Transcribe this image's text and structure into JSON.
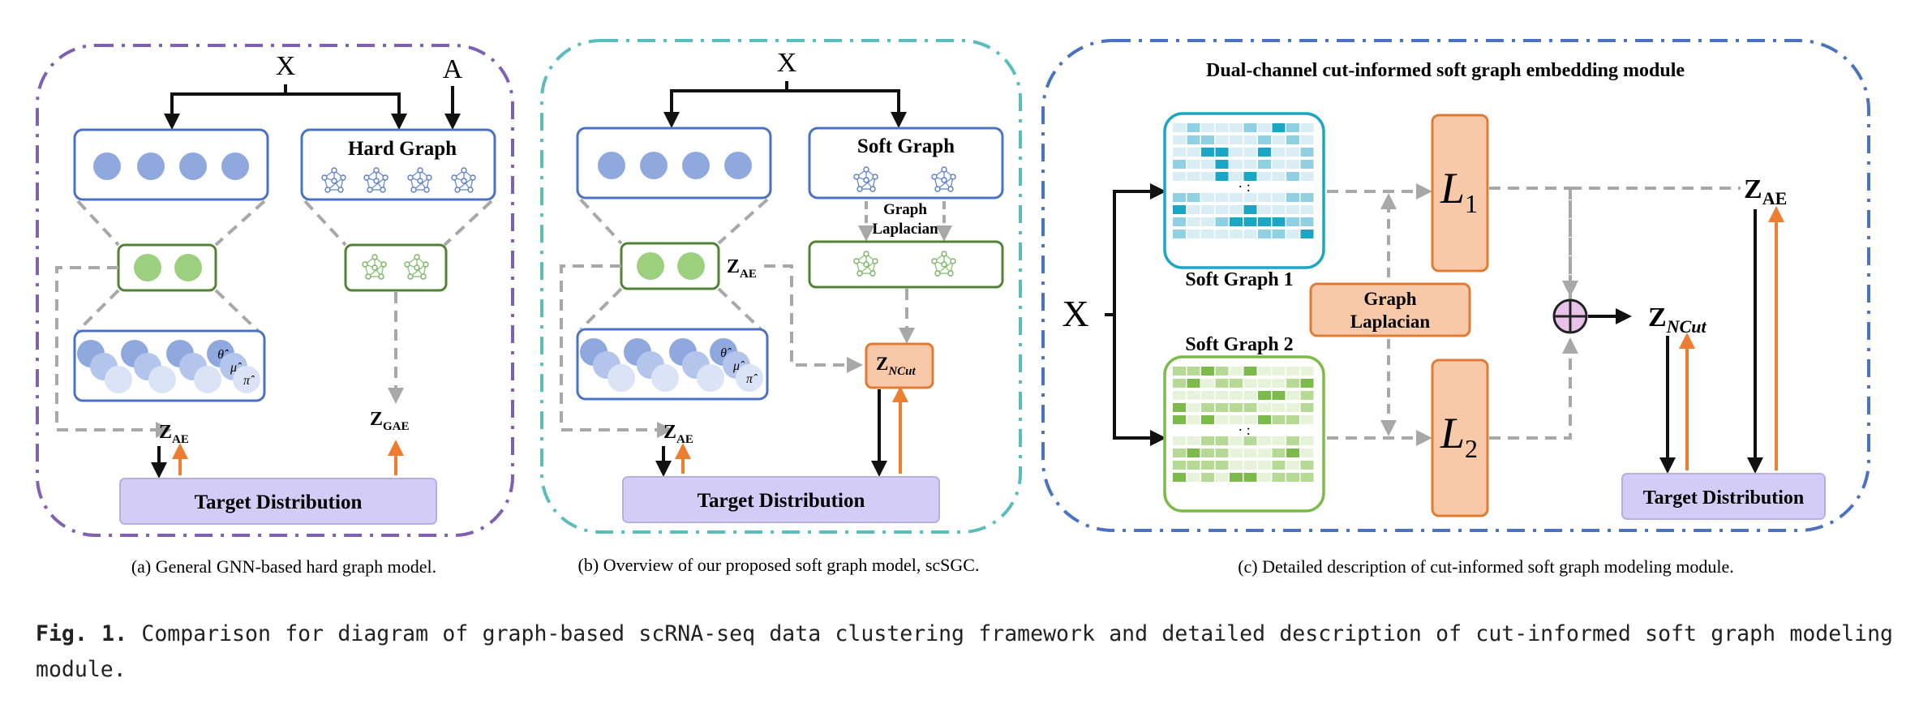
{
  "colors": {
    "purple_border": "#8060b0",
    "teal_border": "#5bbcbc",
    "blue_border": "#4a72c0",
    "node_blue": "#8fa8de",
    "node_light": "#cdd8f0",
    "node_green": "#9ccf7e",
    "green_border": "#548235",
    "orange_fill": "#f8c9a8",
    "orange_stroke": "#e07b35",
    "lavender": "#d3ccf7",
    "gray_dash": "#a8a8a8",
    "orange_arrow": "#ed7d31",
    "heat_teal": "#1ba6c6",
    "heat_green": "#7dba4c"
  },
  "panel_a": {
    "input_x": "X",
    "input_a": "A",
    "hard_graph": "Hard Graph",
    "z_ae": "Z",
    "z_ae_sub": "AE",
    "z_gae": "Z",
    "z_gae_sub": "GAE",
    "target": "Target Distribution",
    "theta": "θ̂",
    "mu": "μ̂",
    "pi": "π̂",
    "caption": "(a) General GNN-based hard graph model."
  },
  "panel_b": {
    "input_x": "X",
    "soft_graph": "Soft Graph",
    "graph_laplacian_1": "Graph",
    "graph_laplacian_2": "Laplacian",
    "z_ae": "Z",
    "z_ae_sub": "AE",
    "z_ae_side": "Z",
    "z_ae_side_sub": "AE",
    "z_ncut": "Z",
    "z_ncut_sub": "NCut",
    "target": "Target Distribution",
    "theta": "θ̂",
    "mu": "μ̂",
    "pi": "π̂",
    "caption": "(b) Overview of our proposed soft graph model, scSGC."
  },
  "panel_c": {
    "title": "Dual-channel cut-informed soft graph embedding module",
    "input_x": "X",
    "soft_graph_1": "Soft Graph 1",
    "soft_graph_2": "Soft Graph 2",
    "graph_laplacian_1": "Graph",
    "graph_laplacian_2": "Laplacian",
    "l1": "L",
    "l1_sub": "1",
    "l2": "L",
    "l2_sub": "2",
    "z_ae": "Z",
    "z_ae_sub": "AE",
    "z_ncut": "Z",
    "z_ncut_sub": "NCut",
    "ellipsis": "· :",
    "target": "Target Distribution",
    "caption": "(c) Detailed description of cut-informed soft graph modeling module."
  },
  "figure_caption": {
    "label": "Fig. 1.",
    "text": "Comparison for diagram of graph-based scRNA-seq data clustering framework and detailed description of cut-informed soft graph modeling module."
  }
}
